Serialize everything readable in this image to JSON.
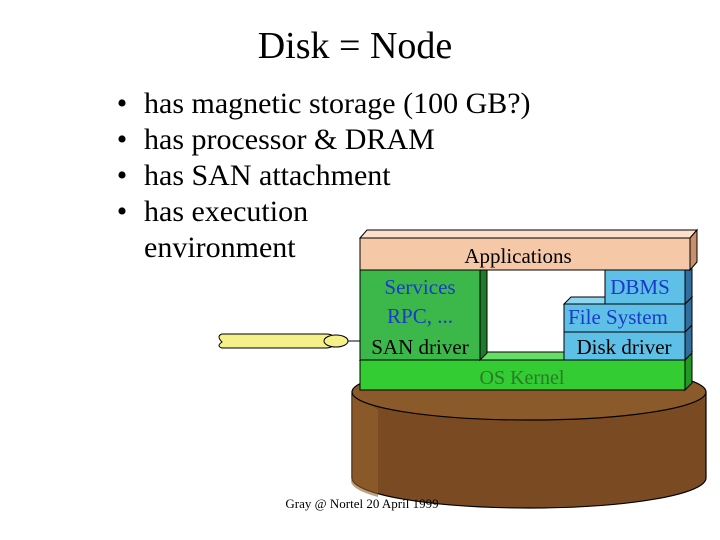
{
  "slide": {
    "title": "Disk = Node",
    "bullets": [
      "has magnetic storage (100 GB?)",
      "has processor & DRAM",
      "has SAN attachment",
      "has execution",
      "environment"
    ]
  },
  "stack": {
    "applications": "Applications",
    "services": "Services",
    "rpc": "RPC, ...",
    "san_driver": "SAN driver",
    "dbms": "DBMS",
    "file_system": "File System",
    "disk_driver": "Disk driver",
    "os_kernel": "OS Kernel"
  },
  "colors": {
    "applications": "#f5c8a8",
    "services": "#3cb84a",
    "dbms": "#5ec0e6",
    "kernel": "#33cc33",
    "disk_top": "#8a5a2b",
    "disk_body": "#7a4b22",
    "san_cable": "#f5f08a"
  },
  "footer": "Gray @ Nortel 20 April 1999"
}
